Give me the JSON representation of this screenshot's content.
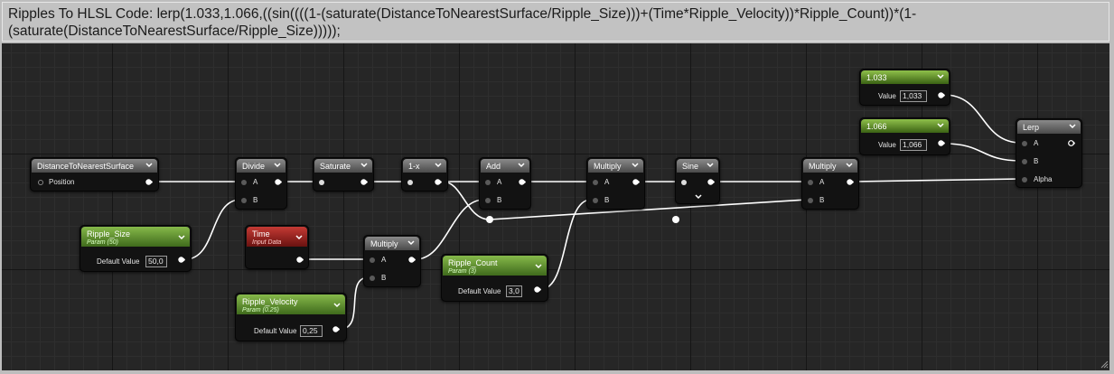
{
  "comment": {
    "text": "Ripples To HLSL Code: lerp(1.033,1.066,((sin((((1-(saturate(DistanceToNearestSurface/Ripple_Size)))+(Time*Ripple_Velocity))*Ripple_Count))*(1-(saturate(DistanceToNearestSurface/Ripple_Size)))));"
  },
  "nodes": {
    "distance": {
      "title": "DistanceToNearestSurface",
      "pin": "Position"
    },
    "divide": {
      "title": "Divide",
      "pin_a": "A",
      "pin_b": "B"
    },
    "saturate": {
      "title": "Saturate"
    },
    "one_minus": {
      "title": "1-x"
    },
    "add": {
      "title": "Add",
      "pin_a": "A",
      "pin_b": "B"
    },
    "multiply1": {
      "title": "Multiply",
      "pin_a": "A",
      "pin_b": "B"
    },
    "sine": {
      "title": "Sine"
    },
    "multiply2": {
      "title": "Multiply",
      "pin_a": "A",
      "pin_b": "B"
    },
    "multiply3": {
      "title": "Multiply",
      "pin_a": "A",
      "pin_b": "B"
    },
    "const_1033": {
      "title": "1.033",
      "label": "Value",
      "value": "1,033"
    },
    "const_1066": {
      "title": "1.066",
      "label": "Value",
      "value": "1,066"
    },
    "lerp": {
      "title": "Lerp",
      "pin_a": "A",
      "pin_b": "B",
      "pin_alpha": "Alpha"
    },
    "ripple_size": {
      "title": "Ripple_Size",
      "subtitle": "Param (50)",
      "label": "Default Value",
      "value": "50,0"
    },
    "time": {
      "title": "Time",
      "subtitle": "Input Data"
    },
    "ripple_velocity": {
      "title": "Ripple_Velocity",
      "subtitle": "Param (0.25)",
      "label": "Default Value",
      "value": "0,25"
    },
    "ripple_count": {
      "title": "Ripple_Count",
      "subtitle": "Param (3)",
      "label": "Default Value",
      "value": "3,0"
    }
  },
  "colors": {
    "graph_bg": "#262626",
    "wire": "#ffffff",
    "param_header": "#5d8f2a",
    "input_data_header": "#9c201d",
    "op_header": "#6a6a6a"
  },
  "icons": [
    "chevron-down-icon",
    "output-pin-icon",
    "input-pin-icon",
    "resize-grip-icon"
  ]
}
